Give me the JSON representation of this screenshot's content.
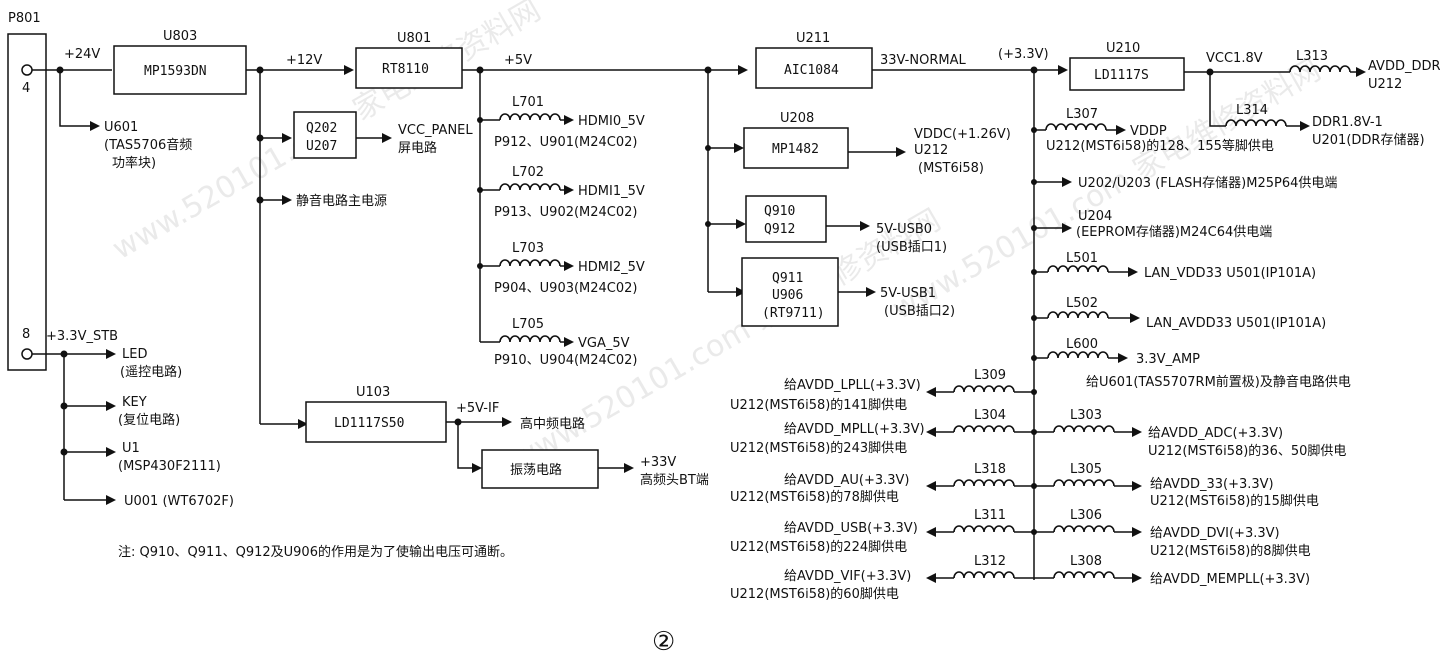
{
  "connector": {
    "ref": "P801",
    "pin_top": "4",
    "pin_bottom": "8"
  },
  "rails": {
    "v24": "+24V",
    "v12": "+12V",
    "v5": "+5V",
    "v33_normal": "33V-NORMAL",
    "v33": "(+3.3V)",
    "v33_stb": "+3.3V_STB",
    "v5_if": "+5V-IF",
    "vcc18": "VCC1.8V"
  },
  "chips": {
    "u803": {
      "ref": "U803",
      "part": "MP1593DN"
    },
    "u801": {
      "ref": "U801",
      "part": "RT8110"
    },
    "u211": {
      "ref": "U211",
      "part": "AIC1084"
    },
    "u210": {
      "ref": "U210",
      "part": "LD1117S"
    },
    "u208": {
      "ref": "U208",
      "part": "MP1482"
    },
    "q202": {
      "line1": "Q202",
      "line2": "U207"
    },
    "q910": {
      "line1": "Q910",
      "line2": "Q912"
    },
    "q911": {
      "line1": "Q911",
      "line2": "U906",
      "line3": "(RT9711)"
    },
    "u103": {
      "ref": "U103",
      "part": "LD1117S50"
    },
    "osc": {
      "part": "振荡电路"
    }
  },
  "labels": {
    "u601_line1": "U601",
    "u601_line2": "(TAS5706音频",
    "u601_line3": "功率块)",
    "vcc_panel_1": "VCC_PANEL",
    "vcc_panel_2": "屏电路",
    "mute_main": "静音电路主电源",
    "vddc_1": "VDDC(+1.26V)",
    "vddc_2": "U212",
    "vddc_3": "(MST6i58)",
    "usb0_1": "5V-USB0",
    "usb0_2": "(USB插口1)",
    "usb1_1": "5V-USB1",
    "usb1_2": "(USB插口2)",
    "if_circuit": "高中频电路",
    "bt_1": "+33V",
    "bt_2": "高频头BT端",
    "led_1": "LED",
    "led_2": "(遥控电路)",
    "key_1": "KEY",
    "key_2": "(复位电路)",
    "u1_1": "U1",
    "u1_2": "(MSP430F2111)",
    "u001": "U001 (WT6702F)",
    "note": "注: Q910、Q911、Q912及U906的作用是为了使输出电压可通断。",
    "page_mark": "②"
  },
  "inductors_5v": [
    {
      "ref": "L701",
      "net": "HDMI0_5V",
      "desc": "P912、U901(M24C02)"
    },
    {
      "ref": "L702",
      "net": "HDMI1_5V",
      "desc": "P913、U902(M24C02)"
    },
    {
      "ref": "L703",
      "net": "HDMI2_5V",
      "desc": "P904、U903(M24C02)"
    },
    {
      "ref": "L705",
      "net": "VGA_5V",
      "desc": "P910、U904(M24C02)"
    }
  ],
  "right_branch": {
    "l313": "L313",
    "avdd_ddr_1": "AVDD_DDR",
    "avdd_ddr_2": "U212",
    "l314": "L314",
    "ddr_1": "DDR1.8V-1",
    "ddr_2": "U201(DDR存储器)",
    "l307": "L307",
    "vddp": "VDDP",
    "vddp_desc": "U212(MST6i58)的128、155等脚供电",
    "flash": "U202/U203 (FLASH存储器)M25P64供电端",
    "u204_1": "U204",
    "u204_2": "(EEPROM存储器)M24C64供电端",
    "l501": "L501",
    "lan_vdd": "LAN_VDD33  U501(IP101A)",
    "l502": "L502",
    "lan_avdd": "LAN_AVDD33  U501(IP101A)",
    "l600": "L600",
    "amp": "3.3V_AMP",
    "amp_desc": "给U601(TAS5707RM前置极)及静音电路供电"
  },
  "avdd_left": [
    {
      "ref": "L309",
      "line1": "给AVDD_LPLL(+3.3V)",
      "line2": "U212(MST6i58)的141脚供电"
    },
    {
      "ref": "L304",
      "line1": "给AVDD_MPLL(+3.3V)",
      "line2": "U212(MST6i58)的243脚供电"
    },
    {
      "ref": "L318",
      "line1": "给AVDD_AU(+3.3V)",
      "line2": "U212(MST6i58)的78脚供电"
    },
    {
      "ref": "L311",
      "line1": "给AVDD_USB(+3.3V)",
      "line2": "U212(MST6i58)的224脚供电"
    },
    {
      "ref": "L312",
      "line1": "给AVDD_VIF(+3.3V)",
      "line2": "U212(MST6i58)的60脚供电"
    }
  ],
  "avdd_right": [
    {
      "ref": "L303",
      "line1": "给AVDD_ADC(+3.3V)",
      "line2": "U212(MST6i58)的36、50脚供电"
    },
    {
      "ref": "L305",
      "line1": "给AVDD_33(+3.3V)",
      "line2": "U212(MST6i58)的15脚供电"
    },
    {
      "ref": "L306",
      "line1": "给AVDD_DVI(+3.3V)",
      "line2": "U212(MST6i58)的8脚供电"
    },
    {
      "ref": "L308",
      "line1": "给AVDD_MEMPLL(+3.3V)",
      "line2": ""
    }
  ],
  "watermark": "www.520101.com 家电维修资料网"
}
